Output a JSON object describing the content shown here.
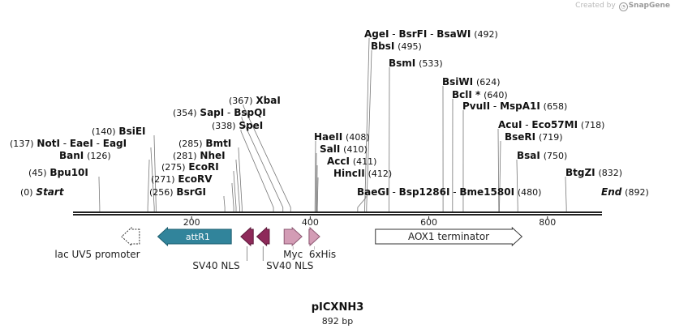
{
  "credit": {
    "prefix": "Created by",
    "brand": "SnapGene"
  },
  "plasmid": {
    "name": "pICXNH3",
    "size_label": "892 bp",
    "length": 892
  },
  "ends": {
    "start_label": "Start",
    "start_pos": "(0)",
    "end_label": "End",
    "end_pos": "(892)"
  },
  "ticks": [
    "200",
    "400",
    "600",
    "800"
  ],
  "sites": [
    {
      "pos": "(45)",
      "names": [
        "Bpu10I"
      ],
      "bp": 45
    },
    {
      "pos": "(126)",
      "names": [
        "BanI"
      ],
      "bp": 126
    },
    {
      "pos": "(137)",
      "names": [
        "NotI",
        "EaeI",
        "EagI"
      ],
      "bp": 137
    },
    {
      "pos": "(140)",
      "names": [
        "BsiEI"
      ],
      "bp": 140
    },
    {
      "pos": "(256)",
      "names": [
        "BsrGI"
      ],
      "bp": 256
    },
    {
      "pos": "(271)",
      "names": [
        "EcoRV"
      ],
      "bp": 271
    },
    {
      "pos": "(275)",
      "names": [
        "EcoRI"
      ],
      "bp": 275
    },
    {
      "pos": "(281)",
      "names": [
        "NheI"
      ],
      "bp": 281
    },
    {
      "pos": "(285)",
      "names": [
        "BmtI"
      ],
      "bp": 285
    },
    {
      "pos": "(338)",
      "names": [
        "SpeI"
      ],
      "bp": 338
    },
    {
      "pos": "(354)",
      "names": [
        "SapI",
        "BspQI"
      ],
      "bp": 354
    },
    {
      "pos": "(367)",
      "names": [
        "XbaI"
      ],
      "bp": 367
    },
    {
      "pos": "(408)",
      "names": [
        "HaeII"
      ],
      "bp": 408
    },
    {
      "pos": "(410)",
      "names": [
        "SalI"
      ],
      "bp": 410
    },
    {
      "pos": "(411)",
      "names": [
        "AccI"
      ],
      "bp": 411
    },
    {
      "pos": "(412)",
      "names": [
        "HincII"
      ],
      "bp": 412
    },
    {
      "pos": "(480)",
      "names": [
        "BaeGI",
        "Bsp1286I",
        "Bme1580I"
      ],
      "bp": 480
    },
    {
      "pos": "(492)",
      "names": [
        "AgeI",
        "BsrFI",
        "BsaWI"
      ],
      "bp": 492
    },
    {
      "pos": "(495)",
      "names": [
        "BbsI"
      ],
      "bp": 495
    },
    {
      "pos": "(533)",
      "names": [
        "BsmI"
      ],
      "bp": 533
    },
    {
      "pos": "(624)",
      "names": [
        "BsiWI"
      ],
      "bp": 624
    },
    {
      "pos": "(640)",
      "names": [
        "BclI *"
      ],
      "bp": 640
    },
    {
      "pos": "(658)",
      "names": [
        "PvuII",
        "MspA1I"
      ],
      "bp": 658
    },
    {
      "pos": "(718)",
      "names": [
        "AcuI",
        "Eco57MI"
      ],
      "bp": 718
    },
    {
      "pos": "(719)",
      "names": [
        "BseRI"
      ],
      "bp": 719
    },
    {
      "pos": "(750)",
      "names": [
        "BsaI"
      ],
      "bp": 750
    },
    {
      "pos": "(832)",
      "names": [
        "BtgZI"
      ],
      "bp": 832
    }
  ],
  "features": [
    {
      "name": "lac UV5 promoter",
      "direction": "reverse",
      "color": "#ffffff",
      "stroke": "#333333",
      "dashed": true,
      "start": 82,
      "end": 112
    },
    {
      "name": "attR1",
      "direction": "reverse",
      "color": "#31849b",
      "stroke": "#1f5f70",
      "start": 143,
      "end": 267
    },
    {
      "name": "SV40 NLS",
      "direction": "reverse",
      "color": "#8e2a5a",
      "stroke": "#5e1a3b",
      "start": 283,
      "end": 304
    },
    {
      "name": "SV40 NLS",
      "direction": "reverse",
      "color": "#8e2a5a",
      "stroke": "#5e1a3b",
      "start": 310,
      "end": 331
    },
    {
      "name": "Myc",
      "direction": "forward",
      "color": "#d39cb5",
      "stroke": "#8c5872",
      "start": 356,
      "end": 386
    },
    {
      "name": "6xHis",
      "direction": "forward",
      "color": "#d39cb5",
      "stroke": "#8c5872",
      "start": 398,
      "end": 416
    },
    {
      "name": "AOX1 terminator",
      "direction": "forward",
      "color": "#ffffff",
      "stroke": "#333333",
      "start": 510,
      "end": 757
    }
  ]
}
